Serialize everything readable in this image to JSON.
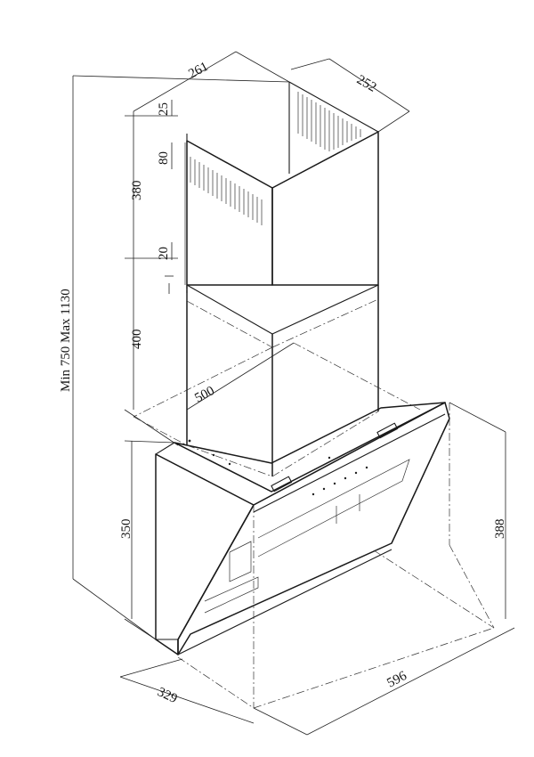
{
  "dimensions": {
    "top_width": "261",
    "top_depth": "252",
    "gap_top": "25",
    "vent_height": "80",
    "upper_chimney": "380",
    "overlap": "20",
    "lower_chimney": "400",
    "chimney_diag": "500",
    "total_height": "Min 750 Max 1130",
    "hood_height": "350",
    "hood_front_height": "388",
    "hood_width": "596",
    "hood_depth": "329"
  }
}
